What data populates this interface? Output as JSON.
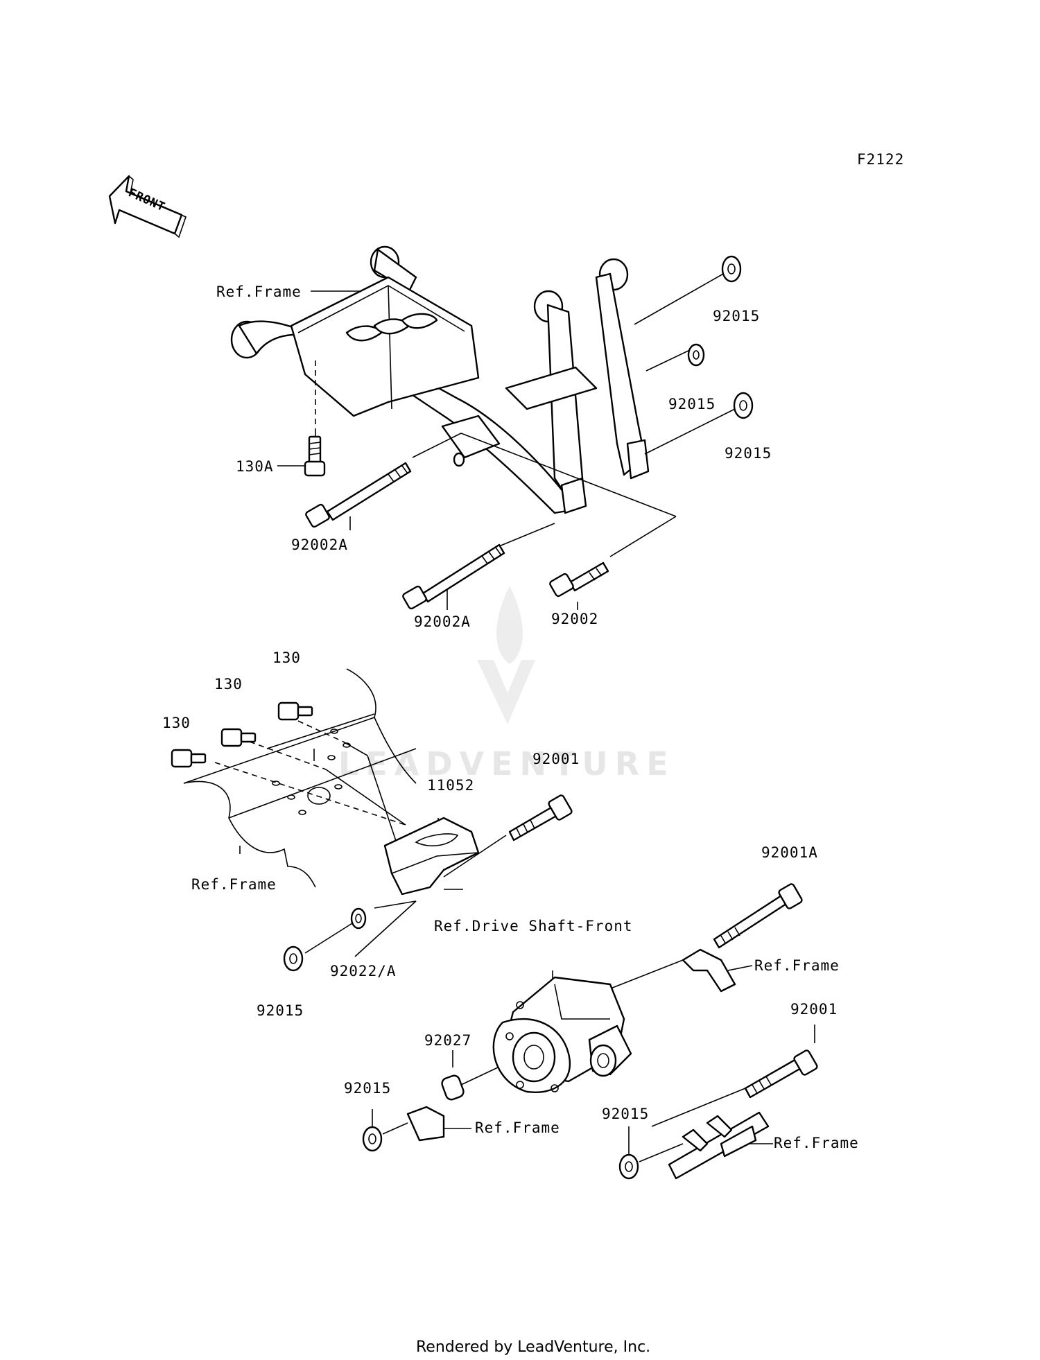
{
  "figure_code": "F2122",
  "front_arrow": {
    "text": "FRONT",
    "icon": "front-direction-arrow-icon"
  },
  "footer": "Rendered by LeadVenture, Inc.",
  "watermark": "LEADVENTURE",
  "callouts": [
    {
      "id": "ref-frame-1",
      "text": "Ref.Frame"
    },
    {
      "id": "92015-1",
      "text": "92015"
    },
    {
      "id": "92015-2",
      "text": "92015"
    },
    {
      "id": "92015-3",
      "text": "92015"
    },
    {
      "id": "130A",
      "text": "130A"
    },
    {
      "id": "92002A-1",
      "text": "92002A"
    },
    {
      "id": "92002A-2",
      "text": "92002A"
    },
    {
      "id": "92002",
      "text": "92002"
    },
    {
      "id": "130-1",
      "text": "130"
    },
    {
      "id": "130-2",
      "text": "130"
    },
    {
      "id": "130-3",
      "text": "130"
    },
    {
      "id": "92001-1",
      "text": "92001"
    },
    {
      "id": "11052",
      "text": "11052"
    },
    {
      "id": "ref-frame-2",
      "text": "Ref.Frame"
    },
    {
      "id": "92001A",
      "text": "92001A"
    },
    {
      "id": "ref-drive-shaft",
      "text": "Ref.Drive Shaft-Front"
    },
    {
      "id": "ref-frame-3",
      "text": "Ref.Frame"
    },
    {
      "id": "92022A",
      "text": "92022/A"
    },
    {
      "id": "92015-4",
      "text": "92015"
    },
    {
      "id": "92001-2",
      "text": "92001"
    },
    {
      "id": "92027",
      "text": "92027"
    },
    {
      "id": "92015-5",
      "text": "92015"
    },
    {
      "id": "ref-frame-4",
      "text": "Ref.Frame"
    },
    {
      "id": "92015-6",
      "text": "92015"
    },
    {
      "id": "ref-frame-5",
      "text": "Ref.Frame"
    }
  ]
}
